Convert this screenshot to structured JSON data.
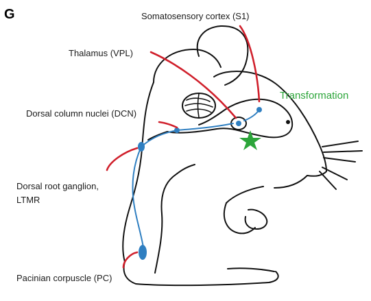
{
  "panel_letter": "G",
  "labels": {
    "s1": "Somatosensory cortex (S1)",
    "thalamus": "Thalamus (VPL)",
    "dcn": "Dorsal column nuclei (DCN)",
    "drg_line1": "Dorsal root ganglion,",
    "drg_line2": "LTMR",
    "pacinian": "Pacinian corpuscle (PC)",
    "transformation": "Transformation"
  },
  "colors": {
    "pointer": "#d01f2b",
    "nerve": "#2f7fc1",
    "transformation": "#2ca53a",
    "outline": "#111111"
  },
  "icons": {
    "transformation_site": "star-icon"
  }
}
